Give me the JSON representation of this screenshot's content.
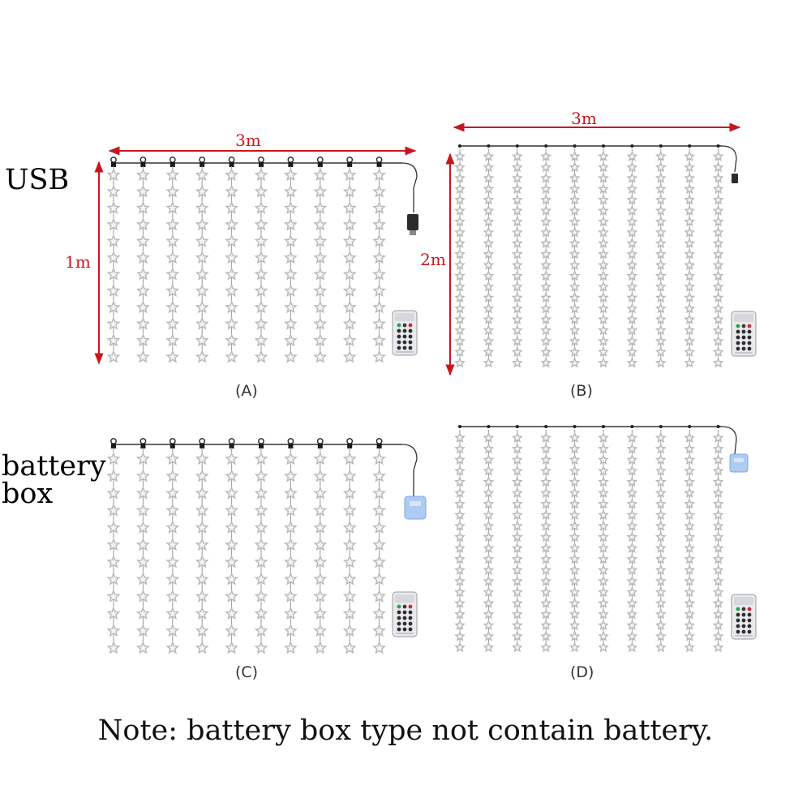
{
  "row_labels": {
    "usb": "USB",
    "battery_line1": "battery",
    "battery_line2": "box"
  },
  "panels": [
    {
      "caption": "(A)",
      "power": "usb",
      "width_label": "3m",
      "height_label": "1m",
      "strands": 10,
      "stars_per_strand": 12
    },
    {
      "caption": "(B)",
      "power": "usb",
      "width_label": "3m",
      "height_label": "2m",
      "strands": 10,
      "stars_per_strand": 20
    },
    {
      "caption": "(C)",
      "power": "battery box",
      "strands": 10,
      "stars_per_strand": 12
    },
    {
      "caption": "(D)",
      "power": "battery box",
      "strands": 10,
      "stars_per_strand": 20
    }
  ],
  "note": "Note: battery box type not contain battery.",
  "colors": {
    "dimension_arrow": "#c8161d",
    "star": "#b8b8b8",
    "wire": "#333333",
    "battery_box": "#aecbf2"
  }
}
